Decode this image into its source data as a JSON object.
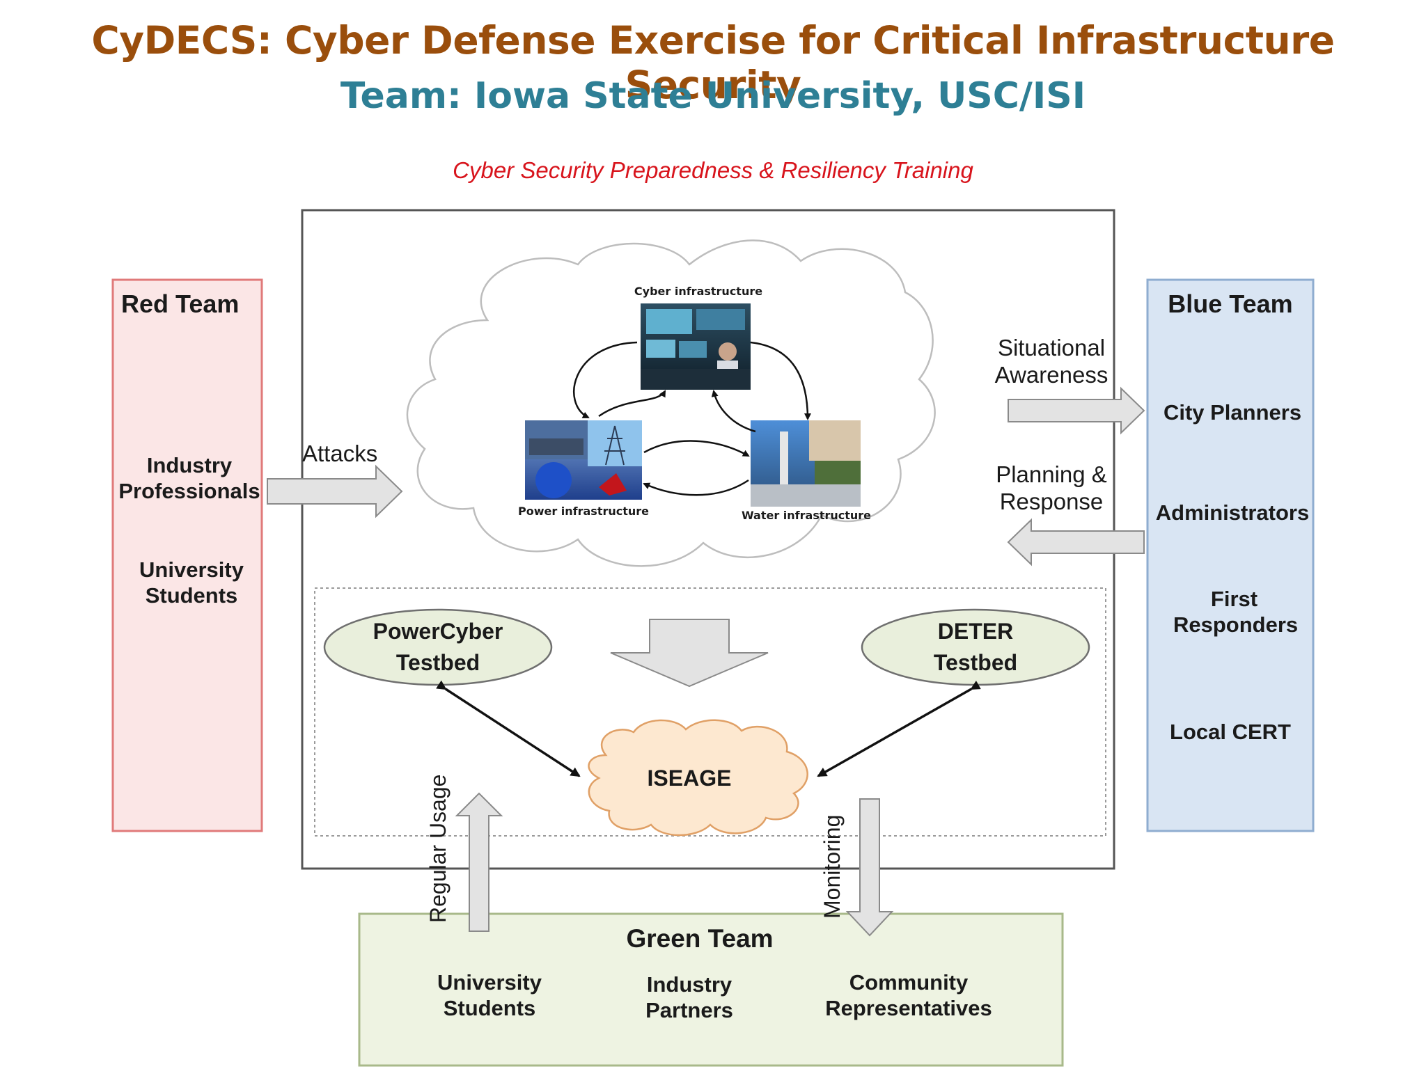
{
  "header": {
    "title": "CyDECS: Cyber Defense Exercise for Critical Infrastructure Security",
    "subtitle": "Team: Iowa State University, USC/ISI",
    "tagline": "Cyber Security Preparedness & Resiliency Training"
  },
  "red_team": {
    "title": "Red Team",
    "members": [
      "Industry Professionals",
      "University Students"
    ]
  },
  "blue_team": {
    "title": "Blue Team",
    "members": [
      "City Planners",
      "Administrators",
      "First Responders",
      "Local CERT"
    ]
  },
  "green_team": {
    "title": "Green Team",
    "members": [
      "University Students",
      "Industry Partners",
      "Community Representatives"
    ]
  },
  "flows": {
    "attacks": "Attacks",
    "situational_awareness": "Situational Awareness",
    "planning_response": "Planning & Response",
    "regular_usage": "Regular Usage",
    "monitoring": "Monitoring"
  },
  "cloud": {
    "cyber": "Cyber infrastructure",
    "power": "Power infrastructure",
    "water": "Water infrastructure"
  },
  "testbeds": {
    "powercyber": "PowerCyber Testbed",
    "deter": "DETER Testbed",
    "iseage": "ISEAGE"
  },
  "colors": {
    "title": "#9a4e0c",
    "subtitle": "#2e7f95",
    "tagline": "#d8141c",
    "red_fill": "#fbe6e6",
    "red_border": "#e07a7a",
    "blue_fill": "#d9e5f3",
    "blue_border": "#8fadd0",
    "green_fill": "#eef3e2",
    "green_border": "#a8b98a",
    "testbed_fill": "#e9efdc",
    "iseage_fill": "#fde8d0",
    "iseage_border": "#e0a066"
  }
}
